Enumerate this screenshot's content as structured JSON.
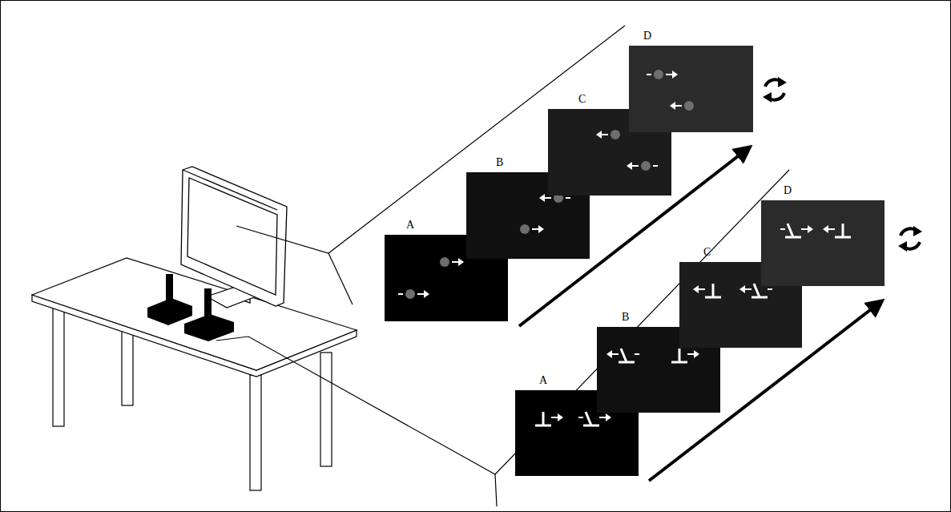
{
  "diagram": {
    "nodes": [
      {
        "text": [
          "A"
        ]
      },
      {
        "text": [
          "B"
        ]
      },
      {
        "text": [
          "C"
        ]
      },
      {
        "text": [
          "D"
        ]
      },
      {
        "text": [
          "A"
        ]
      },
      {
        "text": [
          "B"
        ]
      },
      {
        "text": [
          "C"
        ]
      },
      {
        "text": [
          "D"
        ]
      }
    ]
  }
}
